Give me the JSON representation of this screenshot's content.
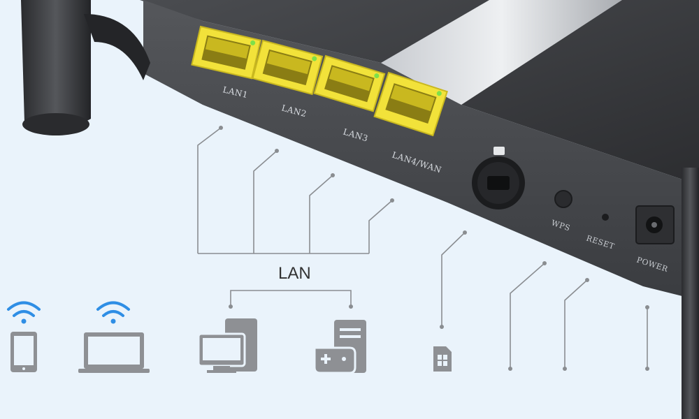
{
  "ports": {
    "lan1": "LAN1",
    "lan2": "LAN2",
    "lan3": "LAN3",
    "lan4_wan": "LAN4/WAN"
  },
  "buttons": {
    "wps": "WPS",
    "reset": "RESET",
    "power": "POWER"
  },
  "lan_group_label": "LAN",
  "colors": {
    "background": "#eaf3fb",
    "router_body": "#3c3e42",
    "port_yellow": "#f2e23a",
    "port_led": "#7ee04a",
    "wifi_blue": "#2f8ee5",
    "icon_gray": "#8e9094"
  },
  "icons": [
    "wifi-icon",
    "tablet-icon",
    "laptop-icon",
    "desktop-computer-icon",
    "game-console-icon",
    "sim-card-icon",
    "antenna-icon"
  ]
}
